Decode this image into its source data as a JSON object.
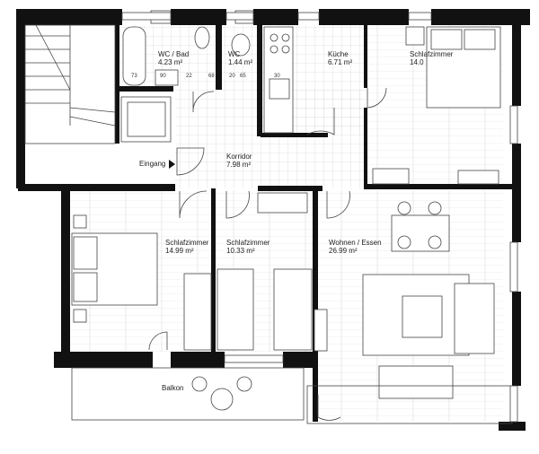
{
  "rooms": {
    "bad": {
      "name": "WC / Bad",
      "area": "4.23 m²"
    },
    "wc": {
      "name": "WC",
      "area": "1.44 m²"
    },
    "kueche": {
      "name": "Küche",
      "area": "6.71 m²"
    },
    "schlaf_top": {
      "name": "Schlafzimmer",
      "area": "14.0"
    },
    "korridor": {
      "name": "Korridor",
      "area": "7.98 m²"
    },
    "eingang": {
      "name": "Eingang"
    },
    "schlaf_left": {
      "name": "Schlafzimmer",
      "area": "14.99 m²"
    },
    "schlaf_mid": {
      "name": "Schlafzimmer",
      "area": "10.33 m²"
    },
    "wohnen": {
      "name": "Wohnen / Essen",
      "area": "26.99 m²"
    },
    "balkon": {
      "name": "Balkon"
    }
  },
  "dimensions": [
    "73",
    "90",
    "22",
    "68",
    "20",
    "65",
    "30"
  ],
  "colors": {
    "wall": "#111111",
    "line": "#444444",
    "background": "#ffffff"
  }
}
